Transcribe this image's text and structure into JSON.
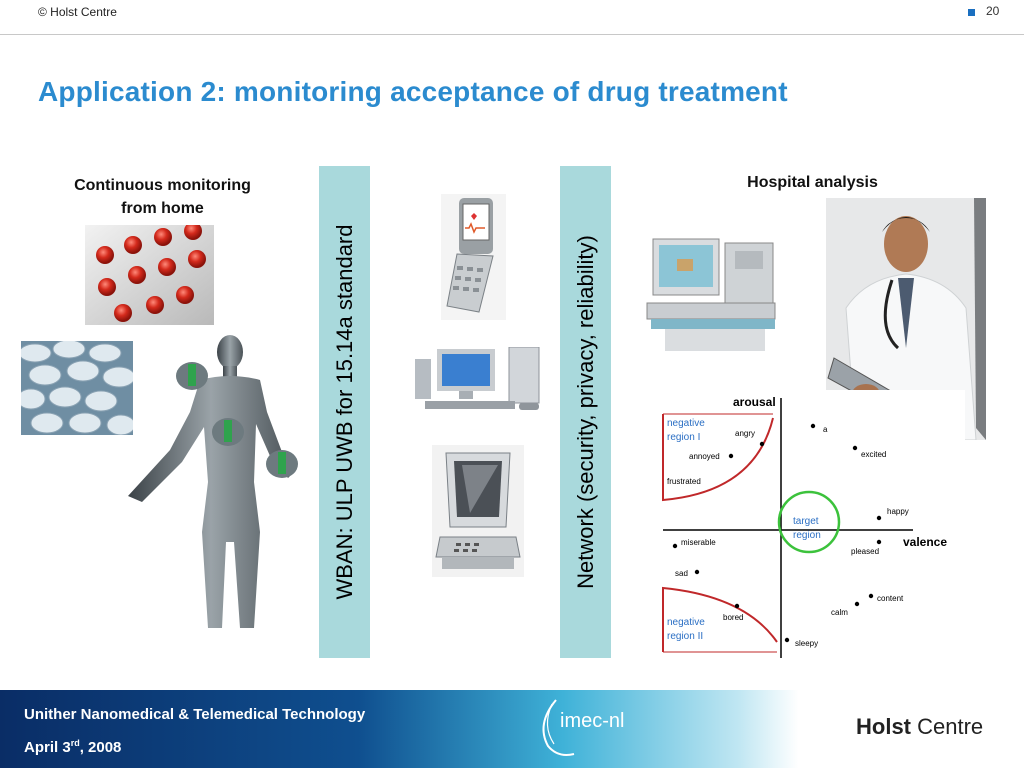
{
  "header": {
    "copyright": "© Holst Centre",
    "page_number": "20"
  },
  "title": "Application 2: monitoring acceptance of drug treatment",
  "left_caption": {
    "line1": "Continuous monitoring",
    "line2": "from home"
  },
  "right_caption": "Hospital analysis",
  "bands": {
    "wban": "WBAN: ULP UWB for 15.14a standard",
    "network": "Network (security, privacy, reliability)"
  },
  "chart": {
    "axis_y_label": "arousal",
    "axis_x_label": "valence",
    "region_negative_1": [
      "negative",
      "region I"
    ],
    "region_negative_2": [
      "negative",
      "region II"
    ],
    "target_region": [
      "target",
      "region"
    ],
    "points": {
      "angry": "angry",
      "annoyed": "annoyed",
      "frustrated": "frustrated",
      "miserable": "miserable",
      "sad": "sad",
      "bored": "bored",
      "sleepy": "sleepy",
      "calm": "calm",
      "content": "content",
      "pleased": "pleased",
      "happy": "happy",
      "excited": "excited",
      "a": "a"
    },
    "colors": {
      "negative_region": "#c0282a",
      "target_circle": "#3cc23c",
      "region_text": "#2b6fc4"
    }
  },
  "footer": {
    "line1": "Unither Nanomedical & Telemedical Technology",
    "date_prefix": "April 3",
    "date_sup": "rd",
    "date_suffix": ", 2008",
    "imec_logo": "imec-nl",
    "holst_bold": "Holst",
    "holst_regular": "Centre"
  },
  "colors": {
    "title": "#2b8bcf",
    "band": "#a9d9dc",
    "footer_dark": "#0a2d66",
    "footer_light": "#3fb2d8"
  }
}
